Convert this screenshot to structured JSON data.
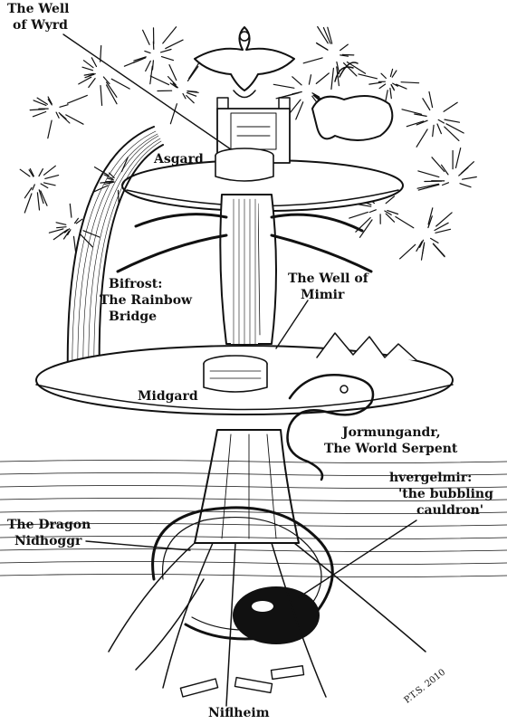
{
  "labels": {
    "well_of_wyrd": [
      "The Well",
      "of Wyrd"
    ],
    "asgard": "Asgard",
    "bifrost": [
      "Bifrost:",
      "The Rainbow",
      "Bridge"
    ],
    "well_of_mimir": [
      "The Well of",
      "Mimir"
    ],
    "midgard": "Midgard",
    "jormungandr": [
      "Jormungandr,",
      "The World Serpent"
    ],
    "hvergelmir": [
      "hvergelmir:",
      "'the bubbling",
      "cauldron'"
    ],
    "nidhoggr": [
      "The Dragon",
      "Nidhoggr"
    ],
    "niflheim": "Niflheim",
    "signature": "P.T.S. 2010"
  },
  "colors": {
    "ink": "#111111",
    "paper": "#ffffff"
  }
}
